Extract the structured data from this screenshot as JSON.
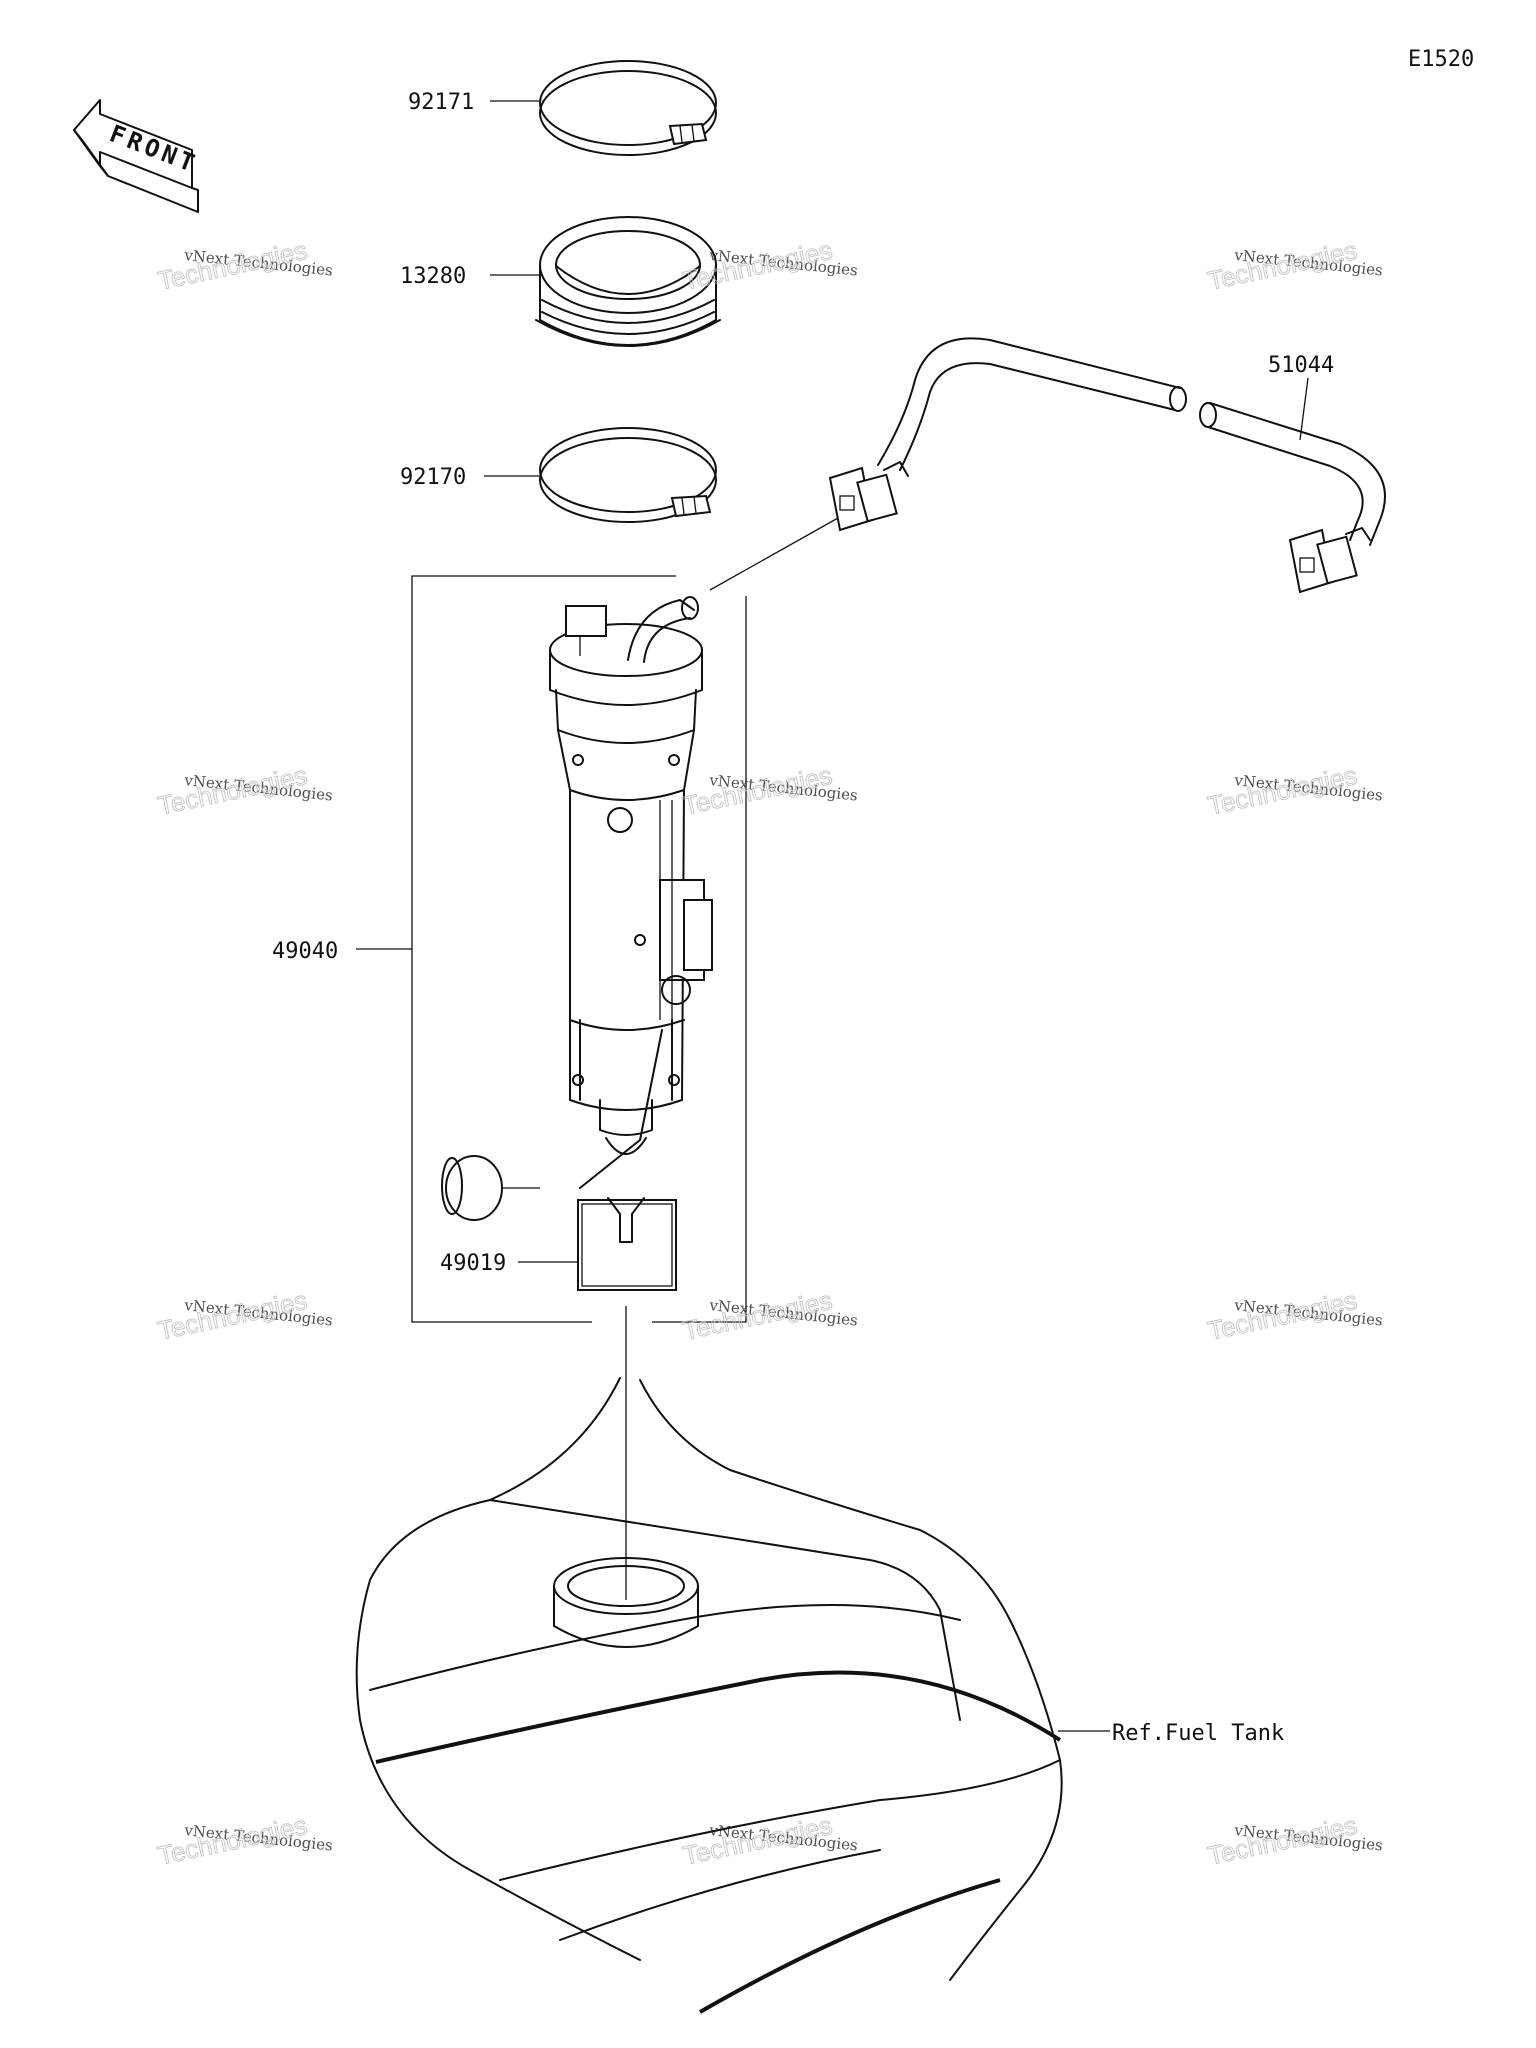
{
  "diagram_code": "E1520",
  "front_label": "FRONT",
  "parts": [
    {
      "number": "92171"
    },
    {
      "number": "13280"
    },
    {
      "number": "92170"
    },
    {
      "number": "51044"
    },
    {
      "number": "49040"
    },
    {
      "number": "49019"
    }
  ],
  "reference": "Ref.Fuel Tank",
  "watermark": {
    "line1": "vNext Technologies",
    "line2": "Technologies",
    "line3": "vNext"
  }
}
